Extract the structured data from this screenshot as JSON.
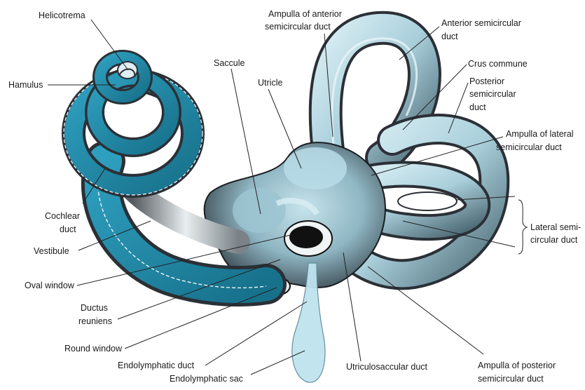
{
  "labels": {
    "helicotrema": "Helicotrema",
    "hamulus": "Hamulus",
    "cochlear_duct_1": "Cochlear",
    "cochlear_duct_2": "duct",
    "vestibule": "Vestibule",
    "oval_window": "Oval window",
    "ductus_reuniens_1": "Ductus",
    "ductus_reuniens_2": "reuniens",
    "round_window": "Round window",
    "endolymphatic_duct": "Endolymphatic duct",
    "endolymphatic_sac": "Endolymphatic sac",
    "saccule": "Saccule",
    "utricle": "Utricle",
    "ampulla_anterior_1": "Ampulla of anterior",
    "ampulla_anterior_2": "semicircular duct",
    "anterior_duct_1": "Anterior semicircular",
    "anterior_duct_2": "duct",
    "crus_commune": "Crus commune",
    "posterior_duct_1": "Posterior",
    "posterior_duct_2": "semicircular",
    "posterior_duct_3": "duct",
    "ampulla_lateral_1": "Ampulla of lateral",
    "ampulla_lateral_2": "semicircular duct",
    "lateral_duct_1": "Lateral semi-",
    "lateral_duct_2": "circular duct",
    "utriculosaccular_duct": "Utriculosaccular duct",
    "ampulla_posterior_1": "Ampulla of posterior",
    "ampulla_posterior_2": "semicircular duct"
  },
  "colors": {
    "duct_fill": "#b8dbe6",
    "duct_dark": "#1e8aa8",
    "shadow": "#3a3f45",
    "outline": "#111111"
  }
}
